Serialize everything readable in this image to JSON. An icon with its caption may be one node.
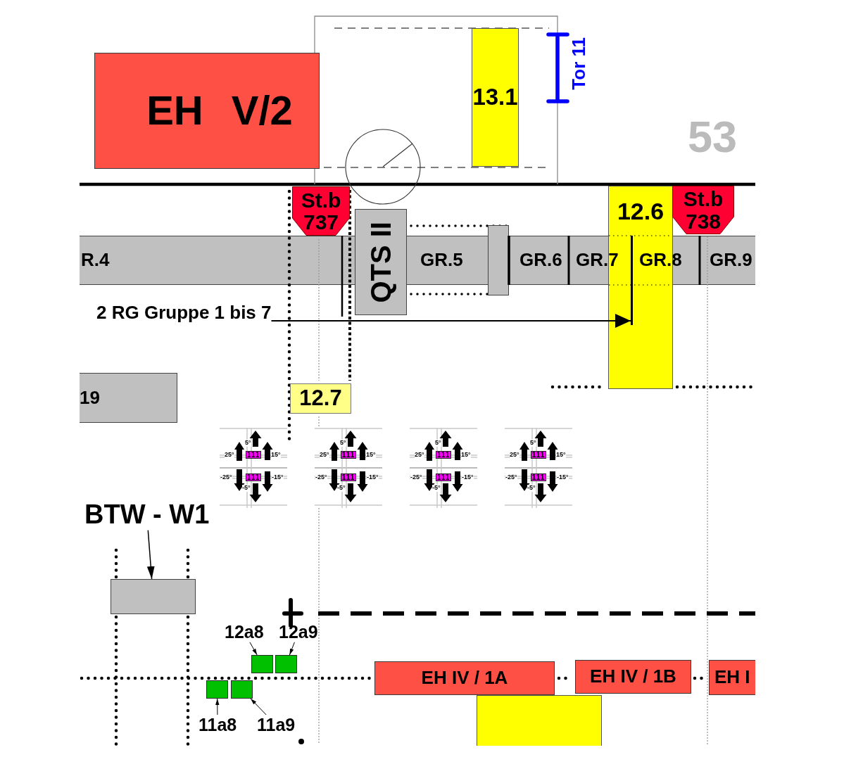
{
  "diagram": {
    "nodes": [
      {
        "text": [
          "EH V/2"
        ]
      },
      {
        "text": [
          "13.1"
        ]
      },
      {
        "text": [
          "St.b 737"
        ]
      },
      {
        "text": [
          "QTS II"
        ]
      },
      {
        "text": [],
        "shape": "box"
      },
      {
        "text": [
          "R.4"
        ],
        "in": 4
      },
      {
        "text": [
          "GR.5"
        ],
        "in": 4
      },
      {
        "text": [
          "GR.6"
        ],
        "in": 4
      },
      {
        "text": [
          "GR.7"
        ],
        "in": 4
      },
      {
        "text": [
          "GR.8"
        ],
        "in": 4
      },
      {
        "text": [
          "GR.9"
        ],
        "in": 4
      },
      {
        "text": [],
        "shape": "box"
      },
      {
        "text": [
          "12.6"
        ]
      },
      {
        "text": [],
        "shape": "bar",
        "in": 12
      },
      {
        "text": [
          "St.b 738"
        ]
      },
      {
        "text": [
          "2 RG Gruppe 1 bis 7"
        ]
      },
      {
        "text": [
          "19"
        ]
      },
      {
        "text": [
          "12.7"
        ]
      },
      {
        "text": [
          "111"
        ]
      },
      {
        "text": [
          "111"
        ]
      },
      {
        "text": [
          "111"
        ]
      },
      {
        "text": [
          "111"
        ]
      },
      {
        "text": [
          "111"
        ]
      },
      {
        "text": [
          "111"
        ]
      },
      {
        "text": [
          "111"
        ]
      },
      {
        "text": [
          "111"
        ]
      },
      {
        "text": [
          "BTW - W1"
        ]
      },
      {
        "text": [],
        "shape": "box"
      },
      {
        "text": [
          "12a8"
        ]
      },
      {
        "text": [
          "12a9"
        ]
      },
      {
        "text": [],
        "shape": "box"
      },
      {
        "text": [],
        "shape": "box"
      },
      {
        "text": [
          "EH IV / 1A"
        ]
      },
      {
        "text": [
          "EH IV / 1B"
        ]
      },
      {
        "text": [
          "EH I"
        ]
      },
      {
        "text": [],
        "shape": "box"
      },
      {
        "text": [],
        "shape": "box"
      },
      {
        "text": [
          "11a8"
        ]
      },
      {
        "text": [
          "11a9"
        ]
      },
      {
        "text": [],
        "shape": "box"
      }
    ],
    "edges": [
      {
        "from": 15,
        "to": 13,
        "arrow": "to"
      },
      {
        "from": 26,
        "to": 27,
        "arrow": "to"
      },
      {
        "from": 28,
        "to": 30,
        "arrow": "to"
      },
      {
        "from": 29,
        "to": 31,
        "arrow": "to"
      },
      {
        "from": 37,
        "to": 35,
        "arrow": "to"
      },
      {
        "from": 38,
        "to": 36,
        "arrow": "to"
      }
    ],
    "labels": [
      "Tor 11",
      "53",
      "5°",
      "25°",
      "15°",
      "-25°",
      "-15°",
      "-5°",
      "5°",
      "25°",
      "15°",
      "-25°",
      "-15°",
      "-5°",
      "5°",
      "25°",
      "15°",
      "-25°",
      "-15°",
      "-5°",
      "5°",
      "25°",
      "15°",
      "-25°",
      "-15°",
      "-5°"
    ]
  }
}
